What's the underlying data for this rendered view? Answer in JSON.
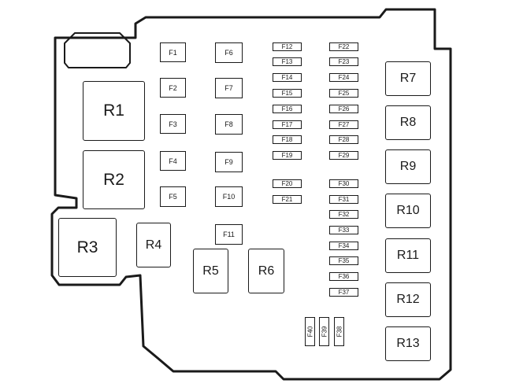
{
  "relays_large": [
    "R1",
    "R2",
    "R3"
  ],
  "relays": [
    "R4",
    "R5",
    "R6",
    "R7",
    "R8",
    "R9",
    "R10",
    "R11",
    "R12",
    "R13"
  ],
  "fuses_square": [
    "F1",
    "F2",
    "F3",
    "F4",
    "F5",
    "F6",
    "F7",
    "F8",
    "F9",
    "F10",
    "F11"
  ],
  "fuses_small": [
    "F12",
    "F13",
    "F14",
    "F15",
    "F16",
    "F17",
    "F18",
    "F19",
    "F20",
    "F21",
    "F22",
    "F23",
    "F24",
    "F25",
    "F26",
    "F27",
    "F28",
    "F29",
    "F30",
    "F31",
    "F32",
    "F33",
    "F34",
    "F35",
    "F36",
    "F37"
  ],
  "fuses_vertical": [
    "F40",
    "F39",
    "F38"
  ]
}
